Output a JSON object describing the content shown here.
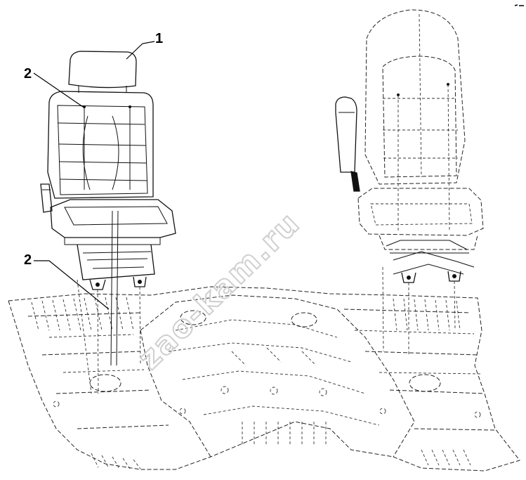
{
  "diagram": {
    "callouts": [
      {
        "id": "c1",
        "label": "1"
      },
      {
        "id": "c2a",
        "label": "2"
      },
      {
        "id": "c2b",
        "label": "2"
      }
    ],
    "watermark": "zao-kam.ru"
  }
}
